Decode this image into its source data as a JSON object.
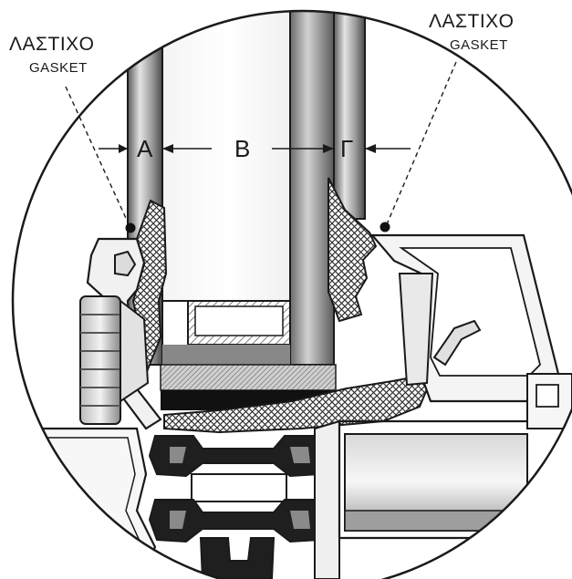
{
  "labels": {
    "left": {
      "greek": "ΛΑΣΤΙΧΟ",
      "english": "GASKET"
    },
    "right": {
      "greek": "ΛΑΣΤΙΧΟ",
      "english": "GASKET"
    }
  },
  "dimensions": {
    "a": "A",
    "b": "B",
    "g": "Γ"
  },
  "colors": {
    "line": "#1a1a1a",
    "glass_dark": "#6e6e6e",
    "glass_light": "#d6d6d6",
    "metal": "#e8e8e8"
  }
}
